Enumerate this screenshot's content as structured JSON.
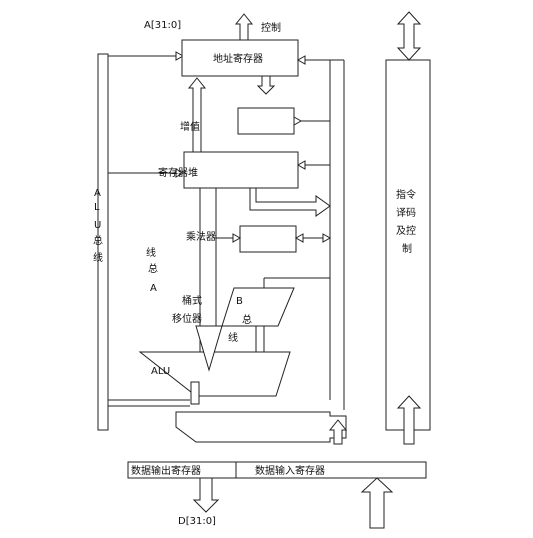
{
  "labels": {
    "addr_bus": "A[31:0]",
    "control": "控制",
    "addr_reg": "地址寄存器",
    "incrementer": "增值",
    "reg_file": "寄存器堆",
    "multiplier": "乘法器",
    "barrel_shifter_line1": "桶式",
    "barrel_shifter_line2": "移位器",
    "alu": "ALU",
    "data_out_reg": "数据输出寄存器",
    "data_in_reg": "数据输入寄存器",
    "data_bus": "D[31:0]",
    "decode_line1": "指令",
    "decode_line2": "译码",
    "decode_line3": "及控",
    "decode_line4": "制",
    "alu_bus_chars": [
      "A",
      "L",
      "U",
      "总",
      "线"
    ],
    "a_bus_chars": [
      "线",
      "总",
      "A"
    ],
    "b_bus_chars": [
      "B",
      "总",
      "线"
    ]
  }
}
